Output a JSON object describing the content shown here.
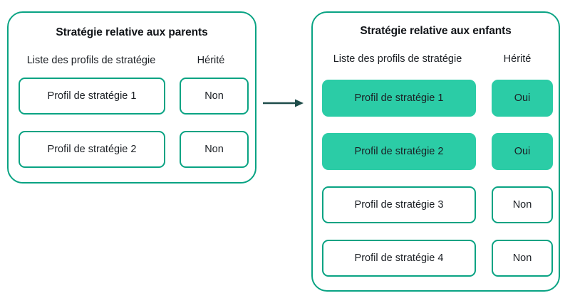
{
  "colors": {
    "panel_border": "#09a383",
    "box_border": "#09a383",
    "box_fill_active": "#2bcca6",
    "arrow": "#1f4d4a",
    "text": "#1b1f24",
    "title_text": "#111418",
    "background": "#ffffff"
  },
  "panels": [
    {
      "id": "parents",
      "title": "Stratégie relative aux parents",
      "columns": {
        "list": "Liste des profils de stratégie",
        "inherited": "Hérité"
      },
      "rows": [
        {
          "profile": "Profil de stratégie 1",
          "inherited": "Non",
          "highlighted": false
        },
        {
          "profile": "Profil de stratégie 2",
          "inherited": "Non",
          "highlighted": false
        }
      ]
    },
    {
      "id": "enfants",
      "title": "Stratégie relative aux enfants",
      "columns": {
        "list": "Liste des profils de stratégie",
        "inherited": "Hérité"
      },
      "rows": [
        {
          "profile": "Profil de stratégie 1",
          "inherited": "Oui",
          "highlighted": true
        },
        {
          "profile": "Profil de stratégie 2",
          "inherited": "Oui",
          "highlighted": true
        },
        {
          "profile": "Profil de stratégie 3",
          "inherited": "Non",
          "highlighted": false
        },
        {
          "profile": "Profil de stratégie 4",
          "inherited": "Non",
          "highlighted": false
        }
      ]
    }
  ],
  "connector": {
    "icon": "arrow-right-icon",
    "direction": "right",
    "from": "parents",
    "to": "enfants"
  }
}
